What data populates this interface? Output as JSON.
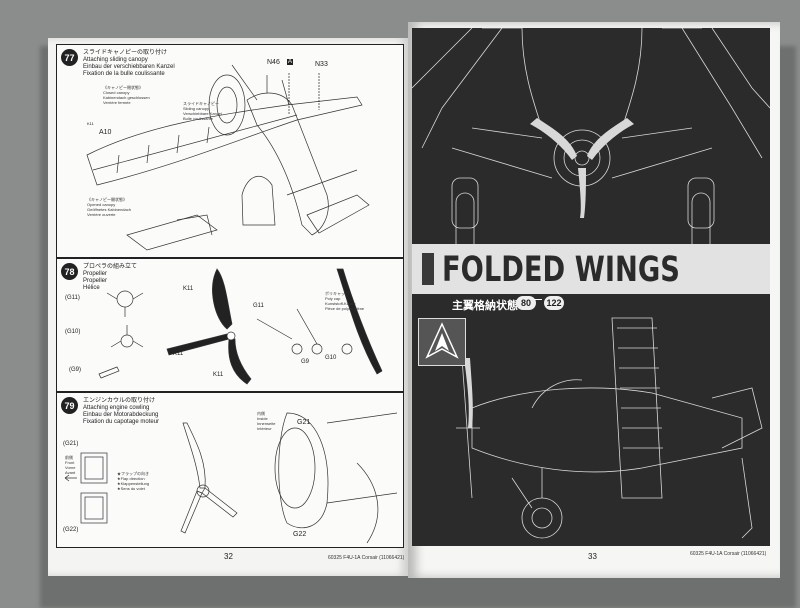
{
  "left_page": {
    "page_number": "32",
    "footer": "60325  F4U-1A Corsair (11066421)",
    "steps": [
      {
        "number": "77",
        "title": "スライドキャノピーの取り付け\nAttaching sliding canopy\nEinbau der verschiebbaren Kanzel\nFixation de la bulle coulissante",
        "labels": {
          "n46": "N46",
          "n46_badge": "A",
          "n33": "N33",
          "a10": "A10",
          "k11": "K11"
        },
        "notes": {
          "slide": "スライドキャノピー\nSliding canopy\nVerschiebbare Kanzel\nBulle coulissante",
          "closed": "《キャノピー閉状態》\nClosed canopy\nKabinendach geschlossen\nVerrière fermée",
          "opened": "《キャノピー開状態》\nOpened canopy\nGeöffnetes Kabinendach\nVerrière ouverte"
        }
      },
      {
        "number": "78",
        "title": "プロペラの組み立て\nPropeller\nPropeller\nHélice",
        "labels": {
          "g11a": "(G11)",
          "g10": "(G10)",
          "g9a": "(G9)",
          "k11a": "K11",
          "g11b": "G11",
          "k11b": "K11",
          "k11c": "K11",
          "g9b": "G9",
          "g10b": "G10"
        },
        "notes": {
          "poly": "ポリキャップ\nPoly cap\nKunststoff-Kappe\nPièce de polyéthylène"
        }
      },
      {
        "number": "79",
        "title": "エンジンカウルの取り付け\nAttaching engine cowling\nEinbau der Motorabdeckung\nFixation du capotage moteur",
        "labels": {
          "g21a": "(G21)",
          "g22a": "(G22)",
          "g21b": "G21",
          "g22b": "G22"
        },
        "notes": {
          "front": "前側\nFront\nVorne\nAvant",
          "inside": "内側\nInside\nInnenseite\nIntérieur",
          "flap": "★フラップの向き\n★Flap direction\n★Klappenstellung\n★Sens du volet"
        }
      }
    ]
  },
  "right_page": {
    "page_number": "33",
    "footer": "60325  F4U-1A Corsair (11066421)",
    "banner_title": "FOLDED WINGS",
    "subtitle": "主翼格納状態",
    "step_range": [
      "80",
      "122"
    ],
    "colors": {
      "dark": "#2b2b2b",
      "banner": "#e2e2e2",
      "line": "#d8d8d8"
    },
    "icon": "aircraft-silhouette-icon"
  }
}
